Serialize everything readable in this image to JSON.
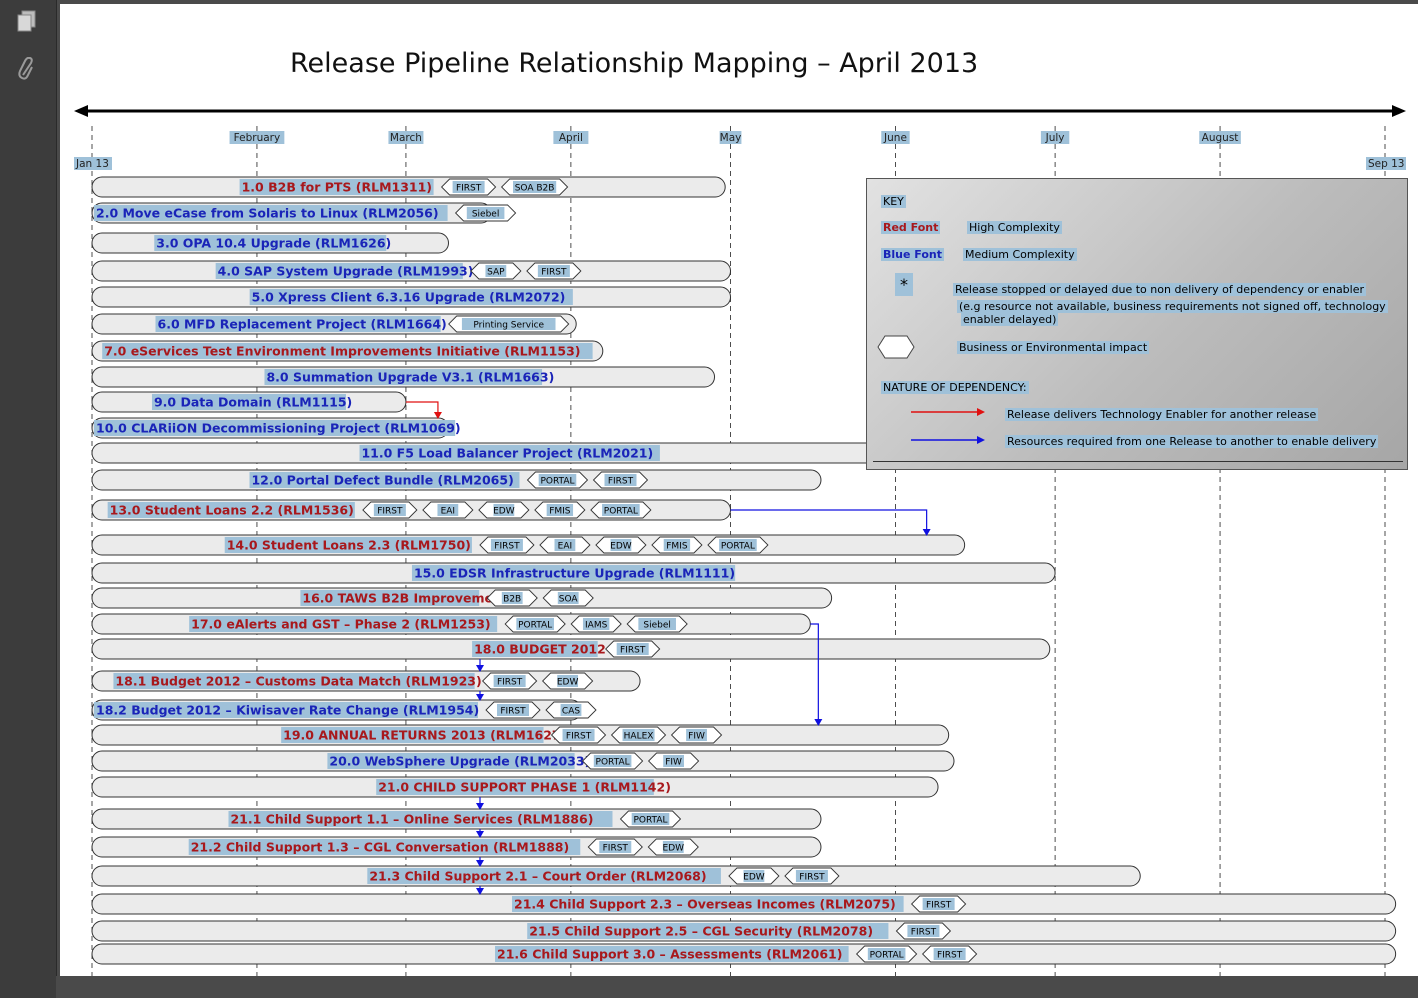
{
  "toolbar": {
    "pages_icon": "pages-icon",
    "attachment_icon": "paperclip-icon"
  },
  "title": "Release Pipeline Relationship Mapping – April 2013",
  "timeline": {
    "start_label": "Jan 13",
    "end_label": "Sep 13",
    "months": [
      "February",
      "March",
      "April",
      "May",
      "June",
      "July",
      "August"
    ]
  },
  "colors": {
    "high": "#a8181c",
    "medium": "#1a24b8",
    "red_arrow": "#e01010",
    "blue_arrow": "#1010e0",
    "bar_fill": "#ebebeb",
    "tag_highlight": "#9fc1d9"
  },
  "releases": [
    {
      "label": "1.0 B2B for PTS (RLM1311)",
      "complexity": "high",
      "start": "2013-01-01",
      "end": "2013-04-30",
      "tags": [
        "FIRST",
        "SOA B2B"
      ]
    },
    {
      "label": "2.0 Move eCase from Solaris to Linux (RLM2056)",
      "complexity": "medium",
      "start": "2013-01-01",
      "end": "2013-03-17",
      "tags": [
        "Siebel"
      ]
    },
    {
      "label": "3.0 OPA 10.4 Upgrade (RLM1626)",
      "complexity": "medium",
      "start": "2013-01-01",
      "end": "2013-03-09",
      "tags": []
    },
    {
      "label": "4.0 SAP System Upgrade (RLM1993)",
      "complexity": "medium",
      "start": "2013-01-01",
      "end": "2013-05-01",
      "tags": [
        "SAP",
        "FIRST"
      ]
    },
    {
      "label": "5.0 Xpress Client 6.3.16 Upgrade (RLM2072)",
      "complexity": "medium",
      "start": "2013-01-01",
      "end": "2013-05-01",
      "tags": []
    },
    {
      "label": "6.0 MFD Replacement Project (RLM1664)",
      "complexity": "medium",
      "start": "2013-01-01",
      "end": "2013-04-02",
      "tags": [
        "Printing Service"
      ]
    },
    {
      "label": "7.0 eServices Test Environment Improvements Initiative (RLM1153)",
      "complexity": "high",
      "start": "2013-01-01",
      "end": "2013-04-07",
      "tags": []
    },
    {
      "label": "8.0 Summation Upgrade V3.1 (RLM1663)",
      "complexity": "medium",
      "start": "2013-01-01",
      "end": "2013-04-28",
      "tags": []
    },
    {
      "label": "9.0 Data Domain (RLM1115)",
      "complexity": "medium",
      "start": "2013-01-01",
      "end": "2013-03-01",
      "tags": []
    },
    {
      "label": "10.0 CLARiiON Decommissioning Project (RLM1069)",
      "complexity": "medium",
      "start": "2013-01-01",
      "end": "2013-03-09",
      "tags": []
    },
    {
      "label": "11.0 F5 Load Balancer Project (RLM2021)",
      "complexity": "medium",
      "start": "2013-01-01",
      "end": "2013-06-07",
      "tags": []
    },
    {
      "label": "12.0 Portal Defect Bundle (RLM2065)",
      "complexity": "medium",
      "start": "2013-01-01",
      "end": "2013-05-18",
      "tags": [
        "PORTAL",
        "FIRST"
      ]
    },
    {
      "label": "13.0 Student Loans 2.2 (RLM1536)",
      "complexity": "high",
      "start": "2013-01-01",
      "end": "2013-05-01",
      "tags": [
        "FIRST",
        "EAI",
        "EDW",
        "FMIS",
        "PORTAL"
      ]
    },
    {
      "label": "14.0 Student Loans 2.3 (RLM1750)",
      "complexity": "high",
      "start": "2013-01-01",
      "end": "2013-06-14",
      "tags": [
        "FIRST",
        "EAI",
        "EDW",
        "FMIS",
        "PORTAL"
      ]
    },
    {
      "label": "15.0 EDSR Infrastructure Upgrade (RLM1111)",
      "complexity": "medium",
      "start": "2013-01-01",
      "end": "2013-07-01",
      "tags": []
    },
    {
      "label": "16.0 TAWS B2B Improveme",
      "complexity": "high",
      "start": "2013-01-01",
      "end": "2013-05-20",
      "tags": [
        "B2B",
        "SOA"
      ]
    },
    {
      "label": "17.0 eAlerts and GST – Phase 2 (RLM1253)",
      "complexity": "high",
      "start": "2013-01-01",
      "end": "2013-05-16",
      "tags": [
        "PORTAL",
        "IAMS",
        "Siebel"
      ]
    },
    {
      "label": "18.0 BUDGET 2012",
      "complexity": "high",
      "start": "2013-01-01",
      "end": "2013-06-30",
      "tags": [
        "FIRST"
      ]
    },
    {
      "label": "18.1 Budget 2012 – Customs Data Match (RLM1923)",
      "complexity": "high",
      "start": "2013-01-01",
      "end": "2013-04-14",
      "tags": [
        "FIRST",
        "EDW"
      ]
    },
    {
      "label": "18.2 Budget 2012 – Kiwisaver Rate Change (RLM1954)",
      "complexity": "medium",
      "start": "2013-01-01",
      "end": "2013-04-03",
      "tags": [
        "FIRST",
        "CAS"
      ]
    },
    {
      "label": "19.0 ANNUAL RETURNS 2013 (RLM1627)",
      "complexity": "high",
      "start": "2013-01-01",
      "end": "2013-06-11",
      "tags": [
        "FIRST",
        "HALEX",
        "FIW"
      ]
    },
    {
      "label": "20.0 WebSphere Upgrade (RLM2033)",
      "complexity": "medium",
      "start": "2013-01-01",
      "end": "2013-06-12",
      "tags": [
        "PORTAL",
        "FIW"
      ]
    },
    {
      "label": "21.0 CHILD SUPPORT PHASE 1 (RLM1142)",
      "complexity": "high",
      "start": "2013-01-01",
      "end": "2013-06-09",
      "tags": []
    },
    {
      "label": "21.1 Child Support 1.1 – Online Services (RLM1886)",
      "complexity": "high",
      "start": "2013-01-01",
      "end": "2013-05-18",
      "tags": [
        "PORTAL"
      ]
    },
    {
      "label": "21.2 Child Support 1.3 – CGL Conversation (RLM1888)",
      "complexity": "high",
      "start": "2013-01-01",
      "end": "2013-05-18",
      "tags": [
        "FIRST",
        "EDW"
      ]
    },
    {
      "label": "21.3 Child Support 2.1 – Court Order (RLM2068)",
      "complexity": "high",
      "start": "2013-01-01",
      "end": "2013-07-17",
      "tags": [
        "EDW",
        "FIRST"
      ]
    },
    {
      "label": "21.4 Child Support 2.3 – Overseas Incomes (RLM2075)",
      "complexity": "high",
      "start": "2013-01-01",
      "end": "2013-09-03",
      "tags": [
        "FIRST"
      ]
    },
    {
      "label": "21.5 Child Support 2.5 – CGL Security (RLM2078)",
      "complexity": "high",
      "start": "2013-01-01",
      "end": "2013-09-03",
      "tags": [
        "FIRST"
      ]
    },
    {
      "label": "21.6 Child Support 3.0 – Assessments (RLM2061)",
      "complexity": "high",
      "start": "2013-01-01",
      "end": "2013-09-03",
      "tags": [
        "PORTAL",
        "FIRST"
      ]
    }
  ],
  "dependencies": [
    {
      "from": "9.0",
      "to": "10.0",
      "type": "technology_enabler"
    },
    {
      "from": "13.0",
      "to": "14.0",
      "type": "resources"
    },
    {
      "from": "17.0",
      "to": "19.0",
      "type": "resources"
    },
    {
      "from": "18.0",
      "to": "18.1",
      "type": "resources"
    },
    {
      "from": "18.1",
      "to": "18.2",
      "type": "resources"
    },
    {
      "from": "21.0",
      "to": "21.1",
      "type": "resources"
    },
    {
      "from": "21.1",
      "to": "21.2",
      "type": "resources"
    },
    {
      "from": "21.2",
      "to": "21.3",
      "type": "resources"
    },
    {
      "from": "21.3",
      "to": "21.4",
      "type": "resources"
    }
  ],
  "key": {
    "heading": "KEY",
    "red_font": "Red Font",
    "high_complexity": "High Complexity",
    "blue_font": "Blue Font",
    "medium_complexity": "Medium Complexity",
    "asterisk": "*",
    "stopped_line1": "Release stopped or delayed due to non delivery of dependency or enabler",
    "stopped_line2": "(e.g resource not available, business requirements not signed off, technology",
    "stopped_line3": "enabler delayed)",
    "business_impact": "Business or Environmental impact",
    "nature_heading": "NATURE OF DEPENDENCY:",
    "red_arrow_text": "Release delivers Technology Enabler for another release",
    "blue_arrow_text": "Resources required from one Release to another to enable delivery"
  }
}
